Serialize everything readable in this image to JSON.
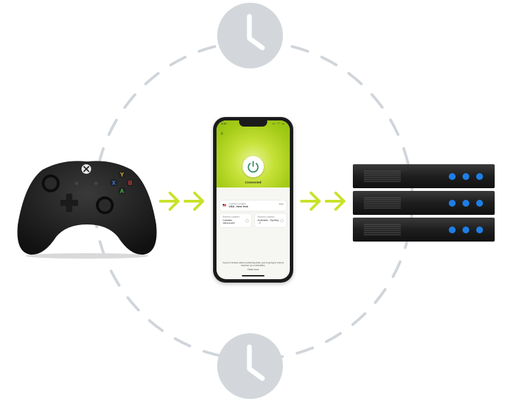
{
  "colors": {
    "arrow_accent": "#c9e22a",
    "vpn_green": "#a6cc18",
    "ring_dash": "#d0d5da",
    "clock_bg": "#d3d7db",
    "server_led": "#1e7ee6"
  },
  "icons": [
    "clock-icon",
    "xbox-controller",
    "smartphone",
    "server-rack",
    "arrow-right-icon",
    "power-icon"
  ],
  "phone": {
    "status_time": "9:41",
    "status_icons": "▪▪ ◠ ▭",
    "connection_status": "Connected",
    "current_location": {
      "label": "Current Location",
      "value": "USA - New York",
      "more": "•••"
    },
    "recent_locations": [
      {
        "label": "Recent Location",
        "value": "Canada - Vancouver"
      },
      {
        "label": "Recent Location",
        "value": "Australia - Sydney - 2"
      }
    ],
    "footer_text": "If you're serious about protecting data, you're going to need a hammer (or a shredder).",
    "footer_link": "Read more"
  }
}
